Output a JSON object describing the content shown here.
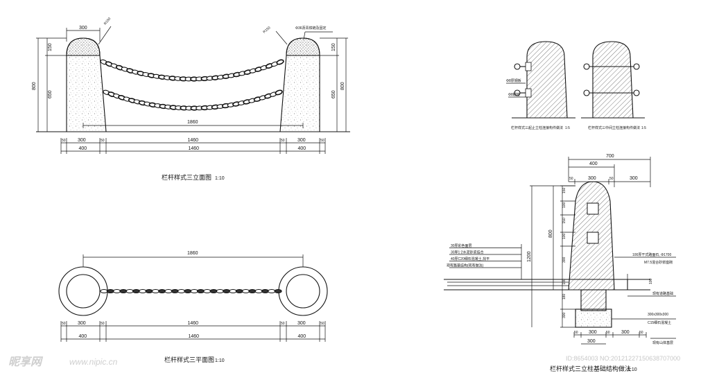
{
  "elevation": {
    "title": "栏杆样式三立面图",
    "scale": "1:10",
    "post_width": "300",
    "radius_left": "R150",
    "radius_right": "R150",
    "chain_note": "Φ36沥青铁链及固定",
    "h_top": "150",
    "h_body": "650",
    "h_total": "800",
    "span_chain": "1860",
    "dims_row1": [
      "50",
      "300",
      "50",
      "1460",
      "50",
      "300",
      "50"
    ],
    "dims_row2": [
      "400",
      "1460",
      "400"
    ]
  },
  "plan": {
    "title": "栏杆样式三平面图",
    "scale": "1:10",
    "span": "1860",
    "dims_row1": [
      "50",
      "300",
      "50",
      "1460",
      "50",
      "300",
      "50"
    ],
    "dims_row2": [
      "400",
      "1460",
      "400"
    ]
  },
  "details": {
    "left_caption": "栏杆样式三起止立柱连接构件做法",
    "left_scale": "1:5",
    "right_caption": "栏杆样式三中间立柱连接构件做法",
    "right_scale": "1:5",
    "note_a": "Φ8厚钢板",
    "note_b": "Φ8螺栓"
  },
  "foundation": {
    "title": "栏杆样式三立柱基础结构做法",
    "scale": "1:10",
    "top_dims": [
      "700",
      "400",
      "50",
      "300",
      "50",
      "300"
    ],
    "left_dims": [
      "150",
      "100",
      "150",
      "100",
      "300",
      "100",
      "180",
      "300"
    ],
    "left_total_upper": "800",
    "left_total": "1200",
    "right_dim": "100",
    "layers": [
      "30厚彩色面层",
      "30厚1:2水泥砂浆结合",
      "40厚C20细石混凝土,找平",
      "现有路基结构(现有做法)"
    ],
    "note_1": "100厚干式路面石, Φ1700",
    "note_2": "M7.5混合砂浆座砌",
    "note_3": "现有道路基础",
    "note_4": "300x300x300",
    "note_5": "C15细石混凝土",
    "note_6": "现有山体基层",
    "bottom_dims": [
      "50",
      "300",
      "50",
      "300",
      "50"
    ],
    "bottom_total": "300"
  },
  "watermark": {
    "logo": "昵享网",
    "url": "www.nipic.cn",
    "id": "ID:8654003 NO:20121227150638707000"
  }
}
